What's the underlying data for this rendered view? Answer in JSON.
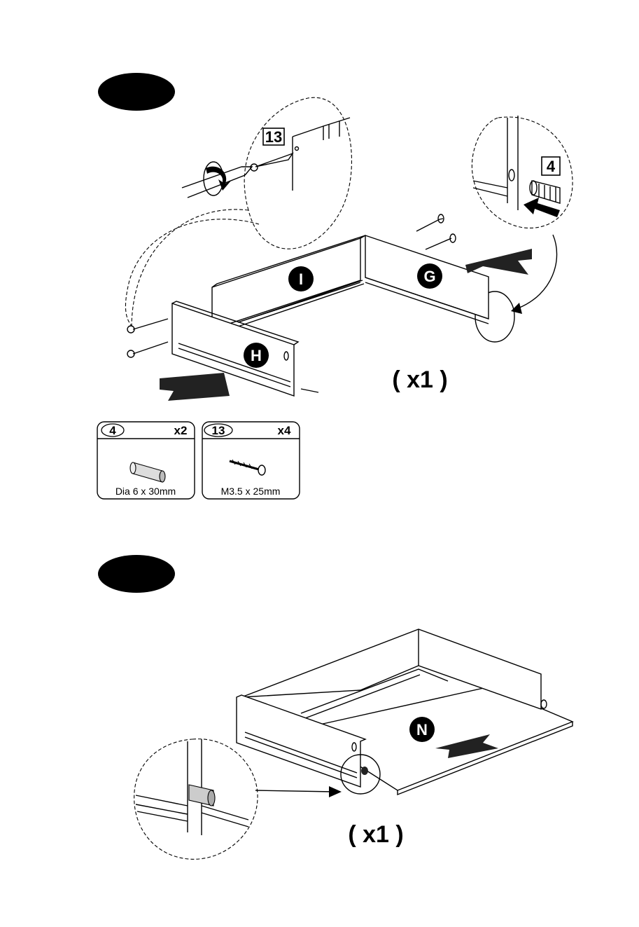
{
  "step1": {
    "callout_screw_id": "13",
    "callout_dowel_id": "4",
    "part_labels": [
      "I",
      "G",
      "H"
    ],
    "quantity": "( x1 )"
  },
  "hardware": [
    {
      "id": "4",
      "qty": "x2",
      "spec": "Dia 6 x 30mm",
      "icon": "dowel-icon"
    },
    {
      "id": "13",
      "qty": "x4",
      "spec": "M3.5 x 25mm",
      "icon": "screw-icon"
    }
  ],
  "step2": {
    "part_label": "N",
    "quantity": "( x1 )"
  }
}
